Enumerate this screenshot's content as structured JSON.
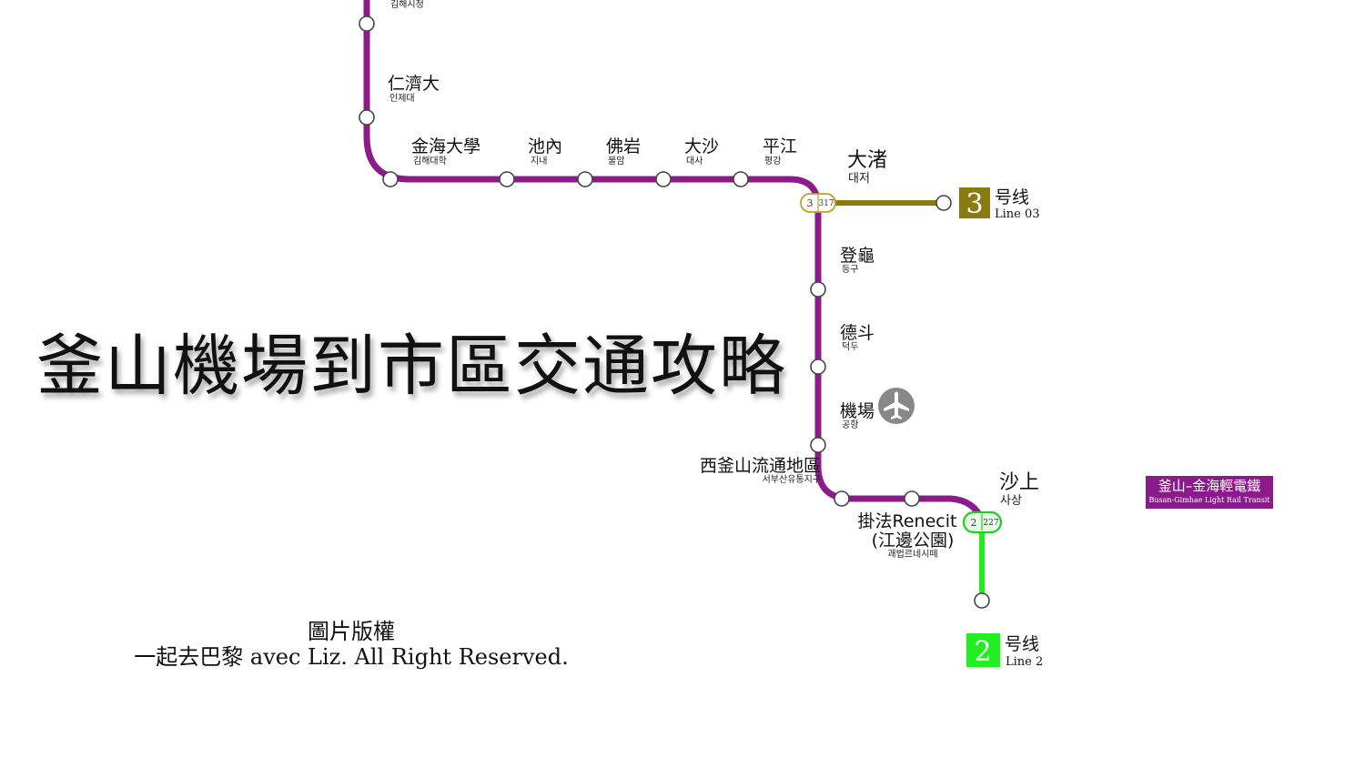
{
  "title": "釜山機場到市區交通攻略",
  "copyright": {
    "line1": "圖片版權",
    "line2": "一起去巴黎 avec Liz. All Right Reserved."
  },
  "legend": {
    "name": "釜山–金海輕電鐵",
    "name_en": "Busan-Gimhae Light Rail Transit"
  },
  "colors": {
    "bgl": "#8b1a8b",
    "line3": "#8a7a12",
    "line2": "#22ee22"
  },
  "stations": {
    "gimhae_city_hall": {
      "kr": "김해시청"
    },
    "inje": {
      "name": "仁濟大",
      "kr": "인제대"
    },
    "gimhae_univ": {
      "name": "金海大學",
      "kr": "김해대학"
    },
    "jinae": {
      "name": "池內",
      "kr": "지내"
    },
    "buram": {
      "name": "佛岩",
      "kr": "불암"
    },
    "daesa": {
      "name": "大沙",
      "kr": "대사"
    },
    "pyeonggang": {
      "name": "平江",
      "kr": "평강"
    },
    "daejeo": {
      "name": "大渚",
      "kr": "대저",
      "badge_line": "3",
      "badge_code": "317"
    },
    "deunggu": {
      "name": "登龜",
      "kr": "등구"
    },
    "deokdu": {
      "name": "德斗",
      "kr": "덕두"
    },
    "airport": {
      "name": "機場",
      "kr": "공항",
      "icon": "airplane-icon"
    },
    "seobusan": {
      "name": "西釜山流通地區",
      "kr": "서부산유통지구"
    },
    "gwaebeop": {
      "name_line1": "掛法Renecit",
      "name_line2": "(江邊公園)",
      "kr": "괘법르네시떼"
    },
    "sasang": {
      "name": "沙上",
      "kr": "사상",
      "badge_line": "2",
      "badge_code": "227"
    }
  },
  "lines": {
    "line3": {
      "num": "3",
      "label": "号线",
      "sub": "Line 03"
    },
    "line2": {
      "num": "2",
      "label": "号线",
      "sub": "Line 2"
    }
  }
}
